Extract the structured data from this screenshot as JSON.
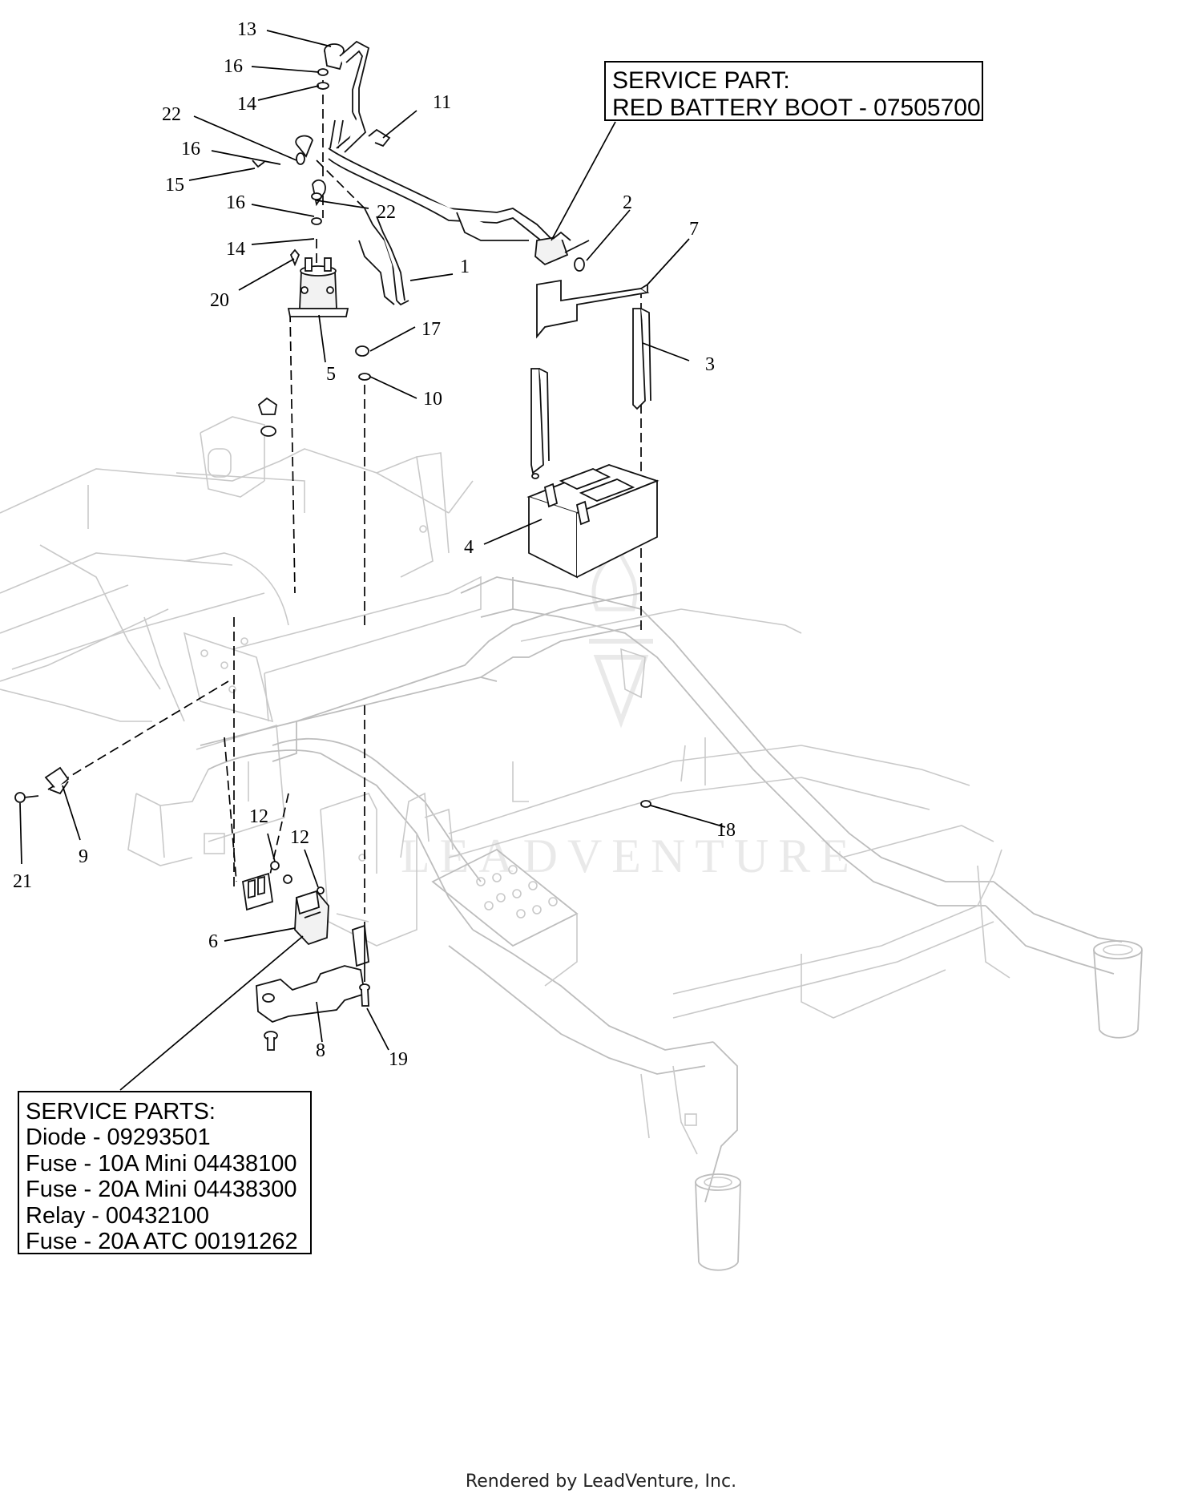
{
  "service_part_callout": {
    "line1": "SERVICE PART:",
    "line2": "RED BATTERY BOOT - 07505700"
  },
  "service_parts_callout": {
    "heading": "SERVICE PARTS:",
    "items": [
      "Diode - 09293501",
      "Fuse - 10A Mini 04438100",
      "Fuse - 20A Mini 04438300",
      "Relay - 00432100",
      "Fuse - 20A ATC 00191262"
    ]
  },
  "callouts": [
    "1",
    "2",
    "3",
    "4",
    "5",
    "6",
    "7",
    "8",
    "9",
    "10",
    "11",
    "12",
    "12",
    "13",
    "14",
    "14",
    "15",
    "16",
    "16",
    "16",
    "17",
    "18",
    "19",
    "20",
    "21",
    "22",
    "22"
  ],
  "watermark": "LEADVENTURE",
  "footer": "Rendered by LeadVenture, Inc."
}
